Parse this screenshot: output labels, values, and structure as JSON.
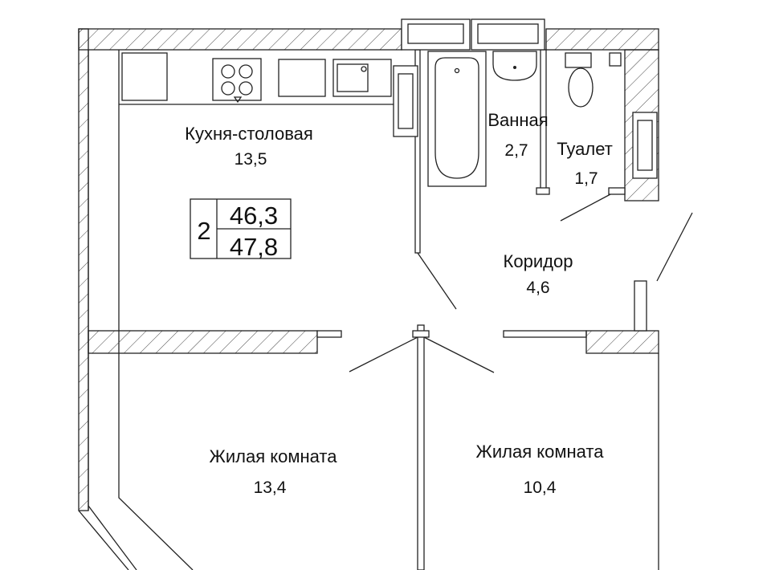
{
  "plan": {
    "rooms_count": "2",
    "area_living": "46,3",
    "area_total": "47,8",
    "rooms": [
      {
        "name": "Кухня-столовая",
        "area": "13,5"
      },
      {
        "name": "Ванная",
        "area": "2,7"
      },
      {
        "name": "Туалет",
        "area": "1,7"
      },
      {
        "name": "Коридор",
        "area": "4,6"
      },
      {
        "name": "Жилая комната",
        "area": "13,4"
      },
      {
        "name": "Жилая комната",
        "area": "10,4"
      }
    ]
  }
}
